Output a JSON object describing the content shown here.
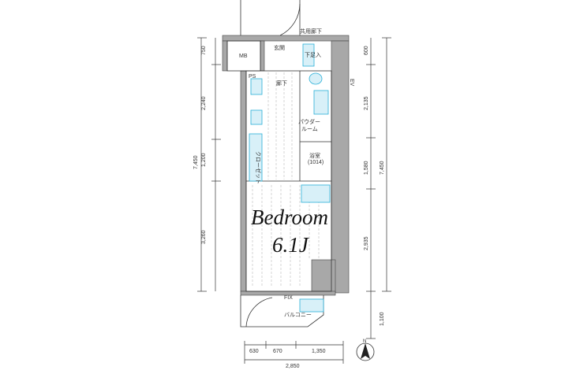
{
  "rooms": {
    "corridor_common": "共用廊下",
    "entrance": "玄関",
    "shoe_box": "下足入",
    "mb": "MB",
    "ps": "PS",
    "hallway": "廊下",
    "powder_room_1": "パウダー",
    "powder_room_2": "ルーム",
    "bath": "浴室",
    "bath_size": "(1014)",
    "ev": "EV",
    "closet": "クローゼット",
    "bedroom": "Bedroom",
    "bedroom_size": "6.1J",
    "balcony": "バルコニー",
    "fix": "FIX"
  },
  "dimensions": {
    "left_segments": [
      "750",
      "2,240",
      "1,200",
      "3,260"
    ],
    "left_total": "7,450",
    "right_segments": [
      "600",
      "2,135",
      "1,580",
      "2,935",
      "1,100"
    ],
    "right_total": "7,450",
    "bottom_segments": [
      "630",
      "670",
      "1,350"
    ],
    "bottom_total": "2,850"
  },
  "compass": {
    "north": "N"
  },
  "colors": {
    "wall": "#9a9a9a",
    "fixture": "#2ab0d8",
    "line": "#333333"
  }
}
